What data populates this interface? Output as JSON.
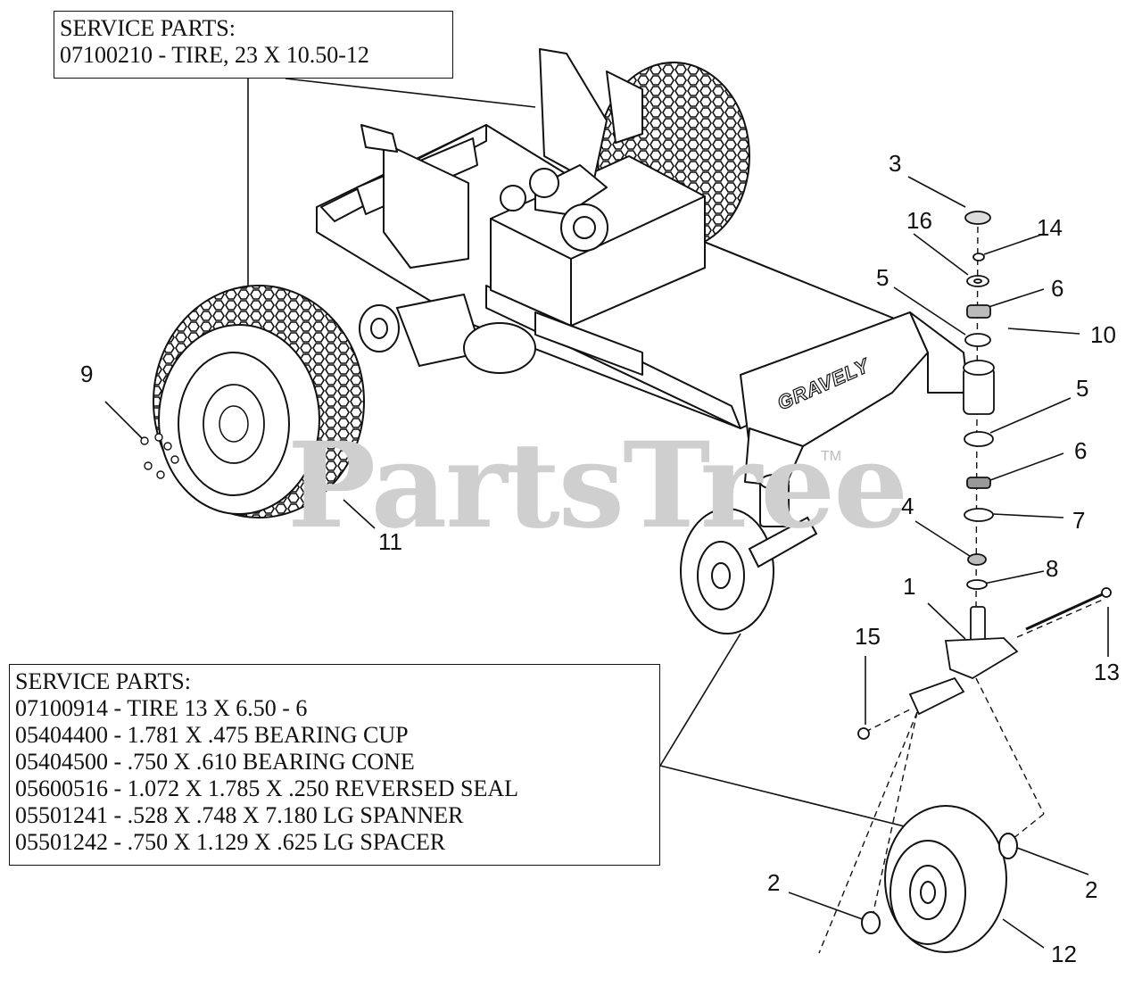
{
  "watermark": {
    "text": "PartsTree",
    "trademark": "TM"
  },
  "brand_on_frame": "GRAVELY",
  "service_boxes": {
    "top": {
      "heading": "SERVICE PARTS:",
      "lines": [
        "07100210 - TIRE, 23 X 10.50-12"
      ]
    },
    "bottom": {
      "heading": "SERVICE PARTS:",
      "lines": [
        "07100914 - TIRE 13 X 6.50 - 6",
        "05404400 - 1.781 X .475 BEARING CUP",
        "05404500 - .750 X .610 BEARING CONE",
        "05600516 - 1.072 X 1.785 X .250 REVERSED SEAL",
        "05501241 - .528 X .748 X 7.180 LG SPANNER",
        "05501242 - .750 X 1.129 X .625 LG SPACER"
      ]
    }
  },
  "callouts": {
    "c1": "1",
    "c2a": "2",
    "c2b": "2",
    "c3": "3",
    "c4": "4",
    "c5a": "5",
    "c5b": "5",
    "c6a": "6",
    "c6b": "6",
    "c7": "7",
    "c8": "8",
    "c9": "9",
    "c10": "10",
    "c11": "11",
    "c12": "12",
    "c13": "13",
    "c14": "14",
    "c15": "15",
    "c16": "16"
  },
  "colors": {
    "line": "#111111",
    "watermark": "#cfcfcf",
    "background": "#ffffff"
  }
}
